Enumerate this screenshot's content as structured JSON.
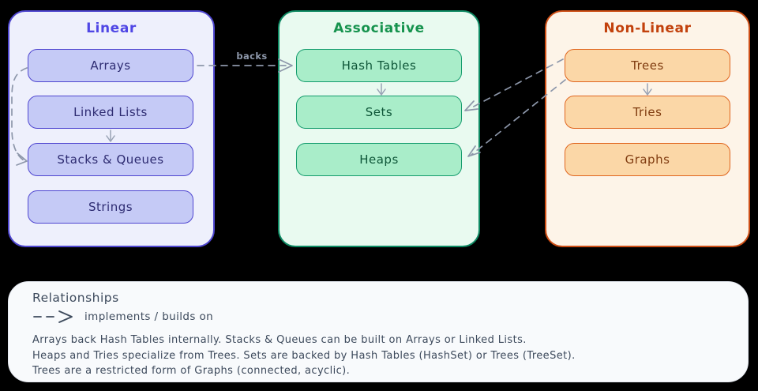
{
  "diagram": {
    "groups": [
      {
        "id": "linear",
        "title": "Linear",
        "items": [
          "Arrays",
          "Linked Lists",
          "Stacks & Queues",
          "Strings"
        ]
      },
      {
        "id": "associative",
        "title": "Associative",
        "items": [
          "Hash Tables",
          "Sets",
          "Heaps"
        ]
      },
      {
        "id": "non_linear",
        "title": "Non-Linear",
        "items": [
          "Trees",
          "Tries",
          "Graphs"
        ]
      }
    ],
    "edge_labels": {
      "backs": "backs"
    }
  },
  "legend": {
    "title": "Relationships",
    "arrow_meaning": "implements / builds on",
    "notes": [
      "Arrays back Hash Tables internally. Stacks & Queues can be built on Arrays or Linked Lists.",
      "Heaps and Tries specialize from Trees. Sets are backed by Hash Tables (HashSet) or Trees (TreeSet).",
      "Trees are a restricted form of Graphs (connected, acyclic)."
    ]
  },
  "colors": {
    "canvas_bg": "#000000",
    "linear_accent": "#4f46e5",
    "linear_fill": "#c5caf6",
    "associative_accent": "#0e8a63",
    "associative_fill": "#a9edc9",
    "non_linear_accent": "#cd4e15",
    "non_linear_fill": "#fbd7a7",
    "arrow_gray": "#8d97aa",
    "legend_bg": "#f8fafc",
    "legend_text": "#3d4a5c"
  }
}
